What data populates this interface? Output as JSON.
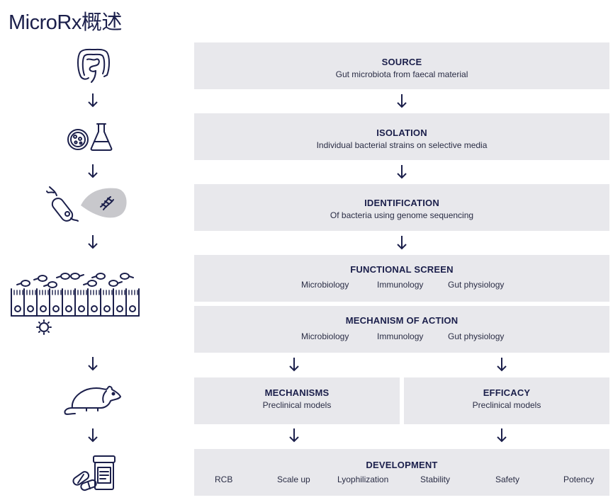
{
  "title": "MicroRx概述",
  "steps": {
    "source": {
      "heading": "SOURCE",
      "sub": "Gut microbiota from faecal material"
    },
    "isolation": {
      "heading": "ISOLATION",
      "sub": "Individual bacterial strains on selective media"
    },
    "identification": {
      "heading": "IDENTIFICATION",
      "sub": "Of bacteria using genome sequencing"
    },
    "functional_screen": {
      "heading": "FUNCTIONAL SCREEN",
      "items": [
        "Microbiology",
        "Immunology",
        "Gut physiology"
      ]
    },
    "mechanism_of_action": {
      "heading": "MECHANISM OF ACTION",
      "items": [
        "Microbiology",
        "Immunology",
        "Gut physiology"
      ]
    },
    "mechanisms": {
      "heading": "MECHANISMS",
      "sub": "Preclinical models"
    },
    "efficacy": {
      "heading": "EFFICACY",
      "sub": "Preclinical models"
    },
    "development": {
      "heading": "DEVELOPMENT",
      "items": [
        "RCB",
        "Scale up",
        "Lyophilization",
        "Stability",
        "Safety",
        "Potency"
      ]
    }
  },
  "icons": [
    "intestine-icon",
    "petri-flask-icon",
    "bacterium-dna-icon",
    "gut-epithelium-icon",
    "mouse-icon",
    "pill-bottle-icon"
  ],
  "colors": {
    "navy": "#1b1f4b",
    "box": "#e8e8ec",
    "drop": "#c8c8cc"
  }
}
